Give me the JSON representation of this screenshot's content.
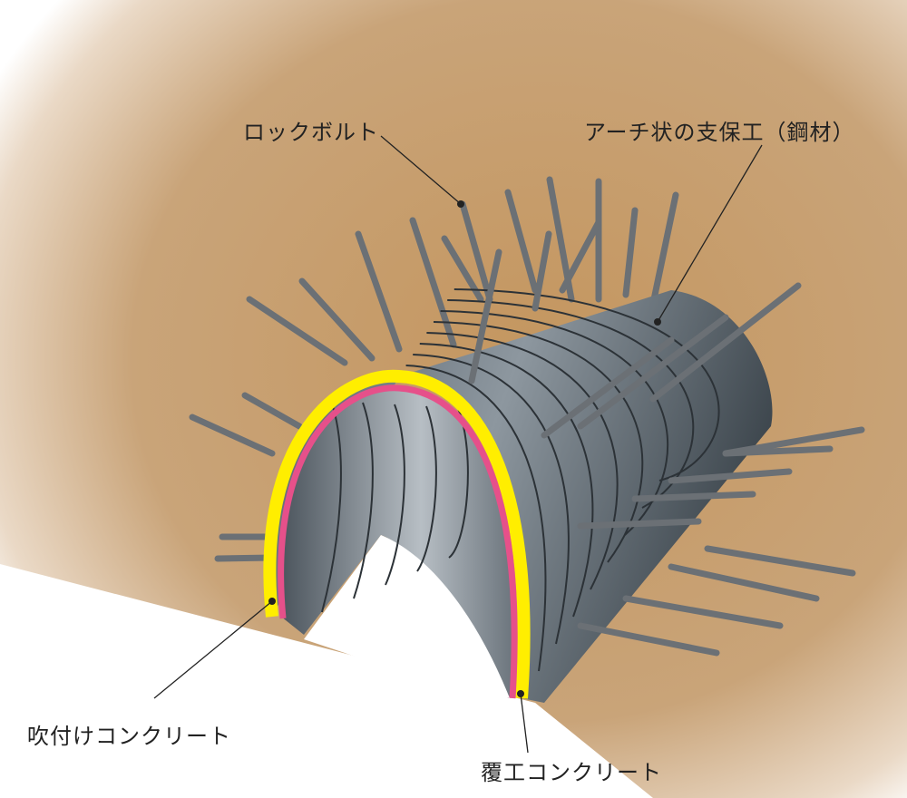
{
  "labels": {
    "rock_bolt": "ロックボルト",
    "steel_support": "アーチ状の支保工（鋼材）",
    "shotcrete": "吹付けコンクリート",
    "lining_concrete": "覆工コンクリート"
  },
  "colors": {
    "earth": "#c49a6a",
    "tunnel": "#7f8a92",
    "bolt": "#6b7075",
    "shotcrete_layer": "#ffee00",
    "lining_layer": "#e6508a"
  }
}
